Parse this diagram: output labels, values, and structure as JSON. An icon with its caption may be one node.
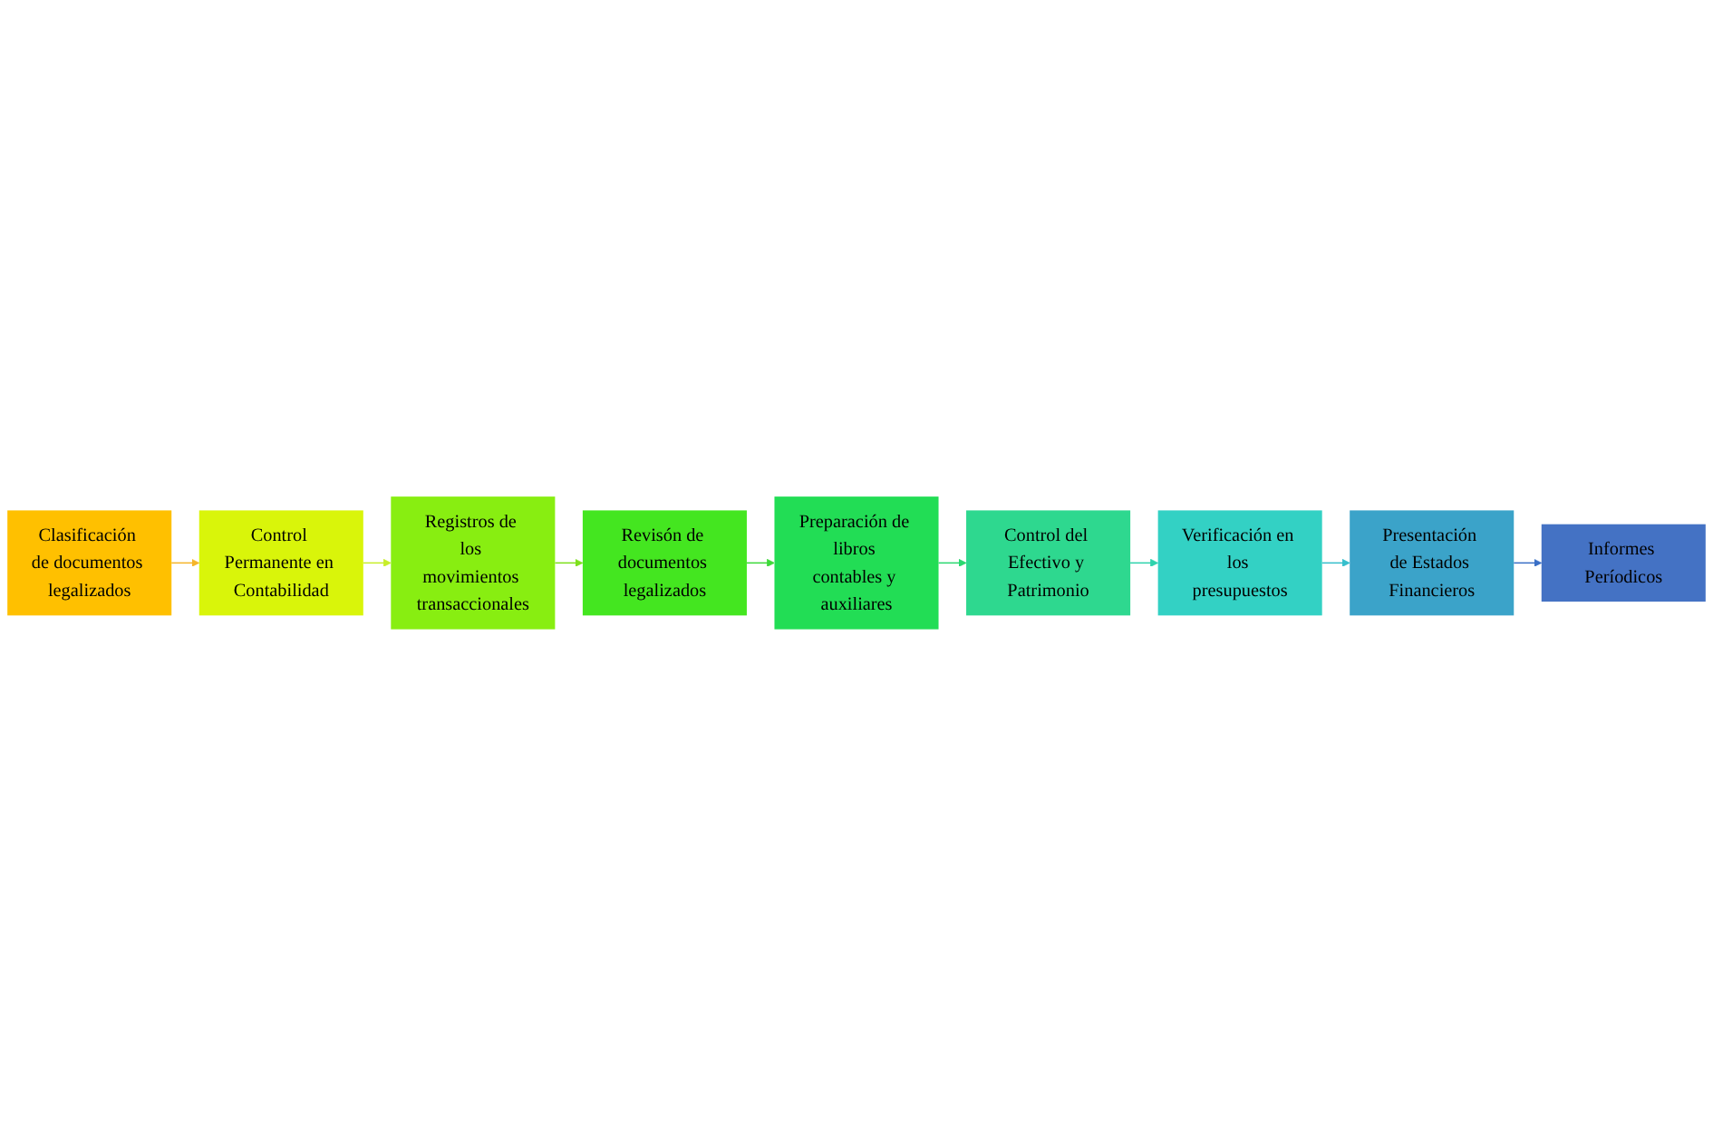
{
  "diagram": {
    "nodes": [
      {
        "text": [
          "Clasificación de documentos legalizados"
        ]
      },
      {
        "text": [
          "Control Permanente en Contabilidad"
        ]
      },
      {
        "text": [
          "Registros de los movimientos transaccionales"
        ]
      },
      {
        "text": [
          "Revisón de documentos legalizados"
        ]
      },
      {
        "text": [
          "Preparación de libros contables y auxiliares"
        ]
      },
      {
        "text": [
          "Control del Efectivo y Patrimonio"
        ]
      },
      {
        "text": [
          "Verificación en los presupuestos"
        ]
      },
      {
        "text": [
          "Presentación de Estados Financieros"
        ]
      },
      {
        "text": [
          "Informes Períodicos"
        ]
      }
    ],
    "edges": [
      {
        "from": 0,
        "to": 1,
        "arrow": "to",
        "color": "#f5b52a"
      },
      {
        "from": 1,
        "to": 2,
        "arrow": "to",
        "color": "#c8ee2a"
      },
      {
        "from": 2,
        "to": 3,
        "arrow": "to",
        "color": "#7ee01c"
      },
      {
        "from": 3,
        "to": 4,
        "arrow": "to",
        "color": "#3ed93a"
      },
      {
        "from": 4,
        "to": 5,
        "arrow": "to",
        "color": "#2ad870"
      },
      {
        "from": 5,
        "to": 6,
        "arrow": "to",
        "color": "#2ed3ad"
      },
      {
        "from": 6,
        "to": 7,
        "arrow": "to",
        "color": "#36bfcc"
      },
      {
        "from": 7,
        "to": 8,
        "arrow": "to",
        "color": "#3a6fc6"
      }
    ]
  }
}
